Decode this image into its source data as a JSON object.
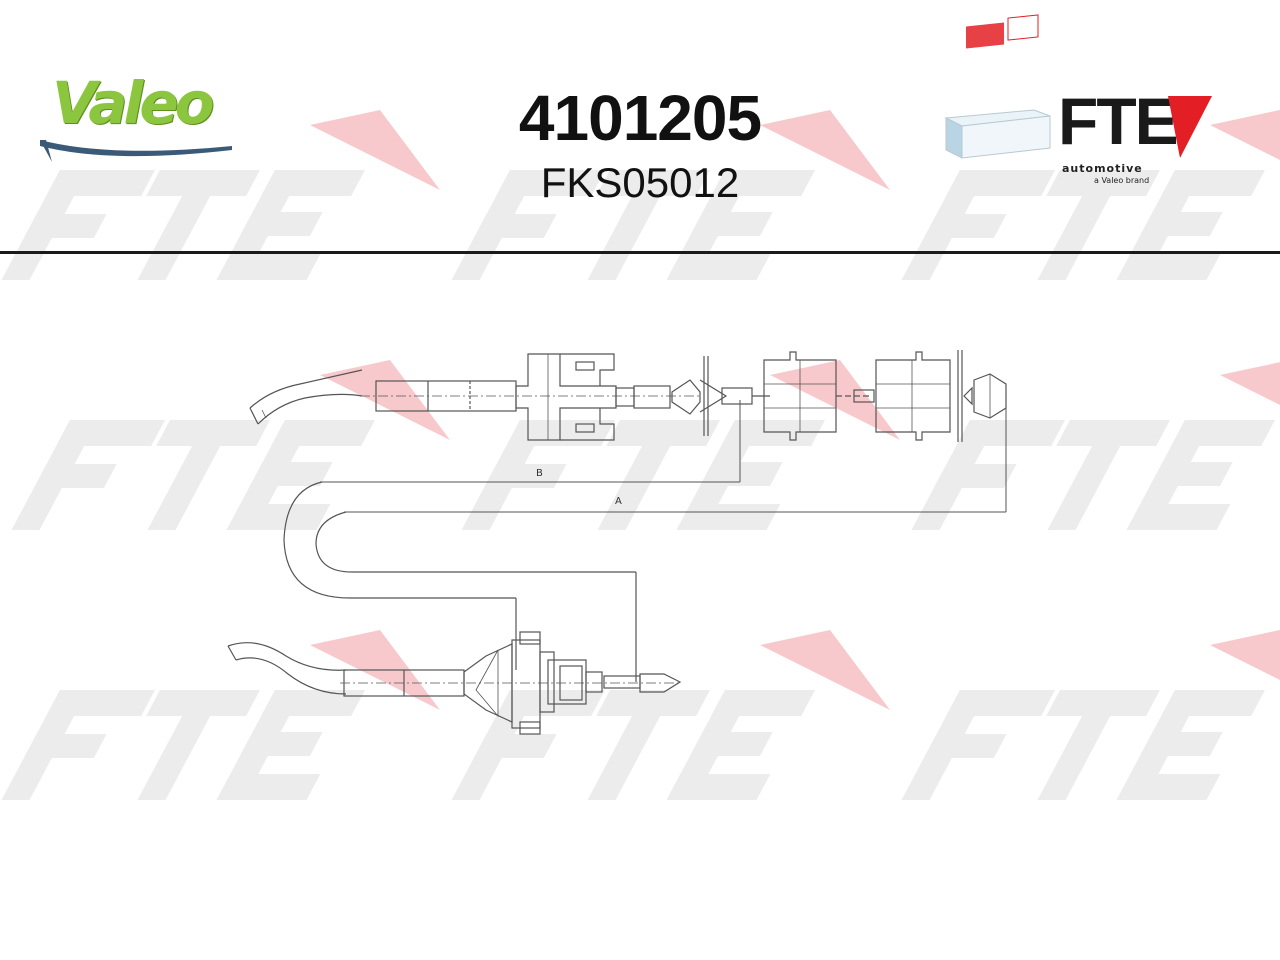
{
  "header": {
    "part_number": "4101205",
    "reference_number": "FKS05012",
    "brand_logo_text": "Valeo",
    "fte_logo_text": "FTE",
    "fte_tagline": "automotive",
    "fte_subline": "a Valeo brand"
  },
  "diagram": {
    "dimension_labels": {
      "b": "B",
      "a": "A"
    }
  },
  "icons": [
    "valeo-logo",
    "fte-logo",
    "fte-packaging-box",
    "fte-watermark"
  ],
  "colors": {
    "valeo_green": "#8cc63f",
    "fte_red": "#e31e24",
    "watermark_gray": "#ececec",
    "watermark_pink": "#f7c9cc",
    "line": "#555555"
  }
}
